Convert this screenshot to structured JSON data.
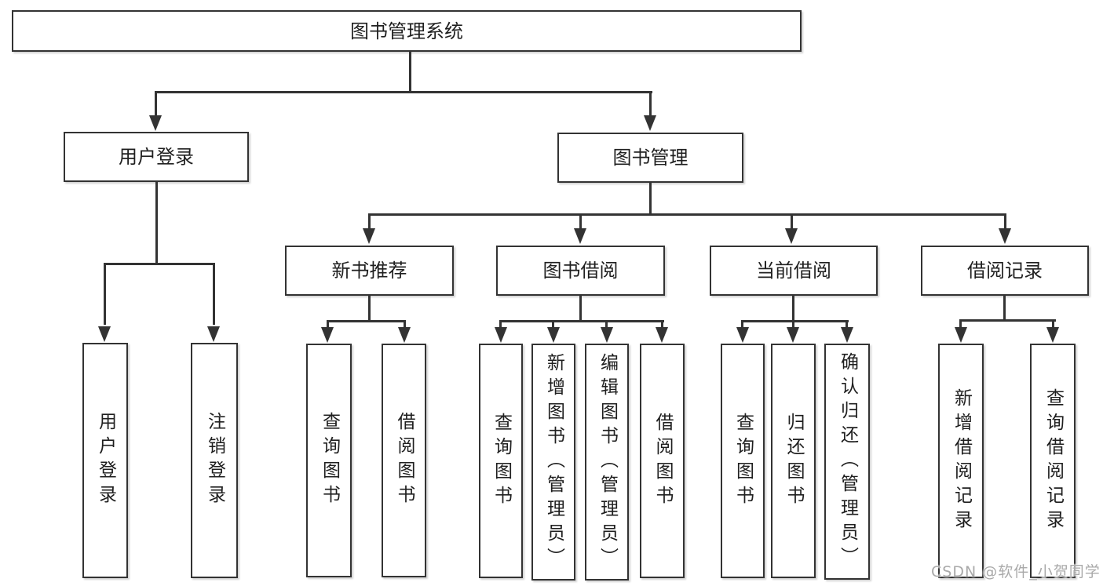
{
  "title": "图书管理系统",
  "level2": {
    "user_login": "用户登录",
    "book_mgmt": "图书管理"
  },
  "level3": {
    "new_book": "新书推荐",
    "book_borrow": "图书借阅",
    "current_borrow": "当前借阅",
    "borrow_record": "借阅记录"
  },
  "leaves": {
    "user_login": [
      "用户登录",
      "注销登录"
    ],
    "new_book": [
      "查询图书",
      "借阅图书"
    ],
    "book_borrow": [
      "查询图书",
      "新增图书（管理员）",
      "编辑图书（管理员）",
      "借阅图书"
    ],
    "current_borrow": [
      "查询图书",
      "归还图书",
      "确认归还（管理员）"
    ],
    "borrow_record": [
      "新增借阅记录",
      "查询借阅记录"
    ]
  },
  "watermark": "CSDN @软件_小贺同学",
  "colors": {
    "line": "#333333",
    "text": "#1f1f1f",
    "watermark": "#a9a9a9",
    "background": "#ffffff"
  }
}
